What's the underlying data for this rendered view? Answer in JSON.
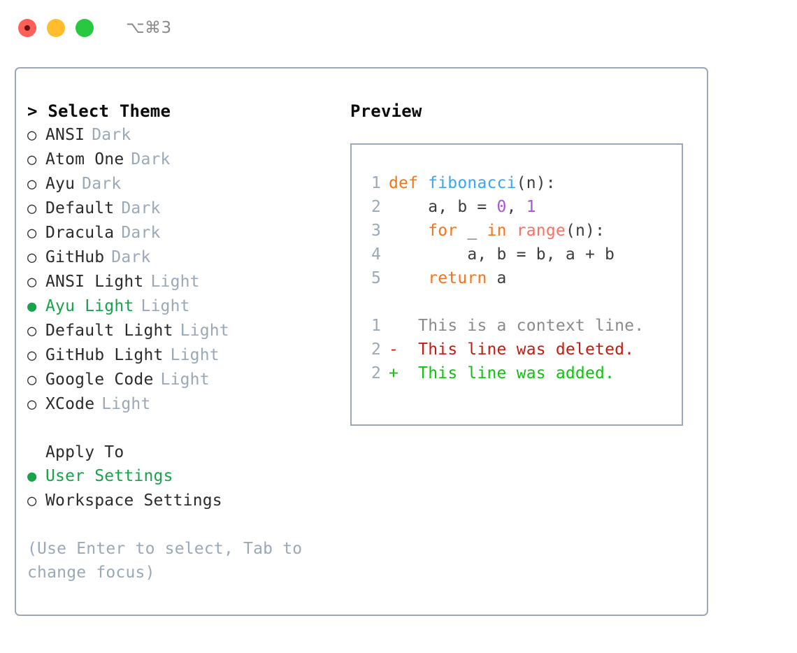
{
  "titlebar": {
    "shortcut": "⌥⌘3",
    "lights": [
      {
        "name": "close",
        "color": "#ff5f57"
      },
      {
        "name": "minimize",
        "color": "#ffbd2e"
      },
      {
        "name": "maximize",
        "color": "#28c840"
      }
    ]
  },
  "theme_picker": {
    "prompt": ">",
    "header": "Select Theme",
    "selected_marker": "●",
    "unselected_marker": "○",
    "options": [
      {
        "label": "ANSI",
        "tag": "Dark",
        "selected": false
      },
      {
        "label": "Atom One",
        "tag": "Dark",
        "selected": false
      },
      {
        "label": "Ayu",
        "tag": "Dark",
        "selected": false
      },
      {
        "label": "Default",
        "tag": "Dark",
        "selected": false
      },
      {
        "label": "Dracula",
        "tag": "Dark",
        "selected": false
      },
      {
        "label": "GitHub",
        "tag": "Dark",
        "selected": false
      },
      {
        "label": "ANSI Light",
        "tag": "Light",
        "selected": false
      },
      {
        "label": "Ayu Light",
        "tag": "Light",
        "selected": true
      },
      {
        "label": "Default Light",
        "tag": "Light",
        "selected": false
      },
      {
        "label": "GitHub Light",
        "tag": "Light",
        "selected": false
      },
      {
        "label": "Google Code",
        "tag": "Light",
        "selected": false
      },
      {
        "label": "XCode",
        "tag": "Light",
        "selected": false
      }
    ]
  },
  "apply_to": {
    "header": "Apply To",
    "options": [
      {
        "label": "User Settings",
        "selected": true
      },
      {
        "label": "Workspace Settings",
        "selected": false
      }
    ]
  },
  "hint": "(Use Enter to select, Tab to change focus)",
  "preview": {
    "title": "Preview",
    "code_lines": [
      {
        "number": "1",
        "tokens": [
          {
            "text": "def ",
            "type": "kw"
          },
          {
            "text": "fibonacci",
            "type": "fn"
          },
          {
            "text": "(n):",
            "type": "pln"
          }
        ]
      },
      {
        "number": "2",
        "tokens": [
          {
            "text": "    a, b = ",
            "type": "pln"
          },
          {
            "text": "0",
            "type": "num"
          },
          {
            "text": ", ",
            "type": "pln"
          },
          {
            "text": "1",
            "type": "num"
          }
        ]
      },
      {
        "number": "3",
        "tokens": [
          {
            "text": "    ",
            "type": "pln"
          },
          {
            "text": "for",
            "type": "kw"
          },
          {
            "text": " _ ",
            "type": "pln"
          },
          {
            "text": "in",
            "type": "kw"
          },
          {
            "text": " ",
            "type": "pln"
          },
          {
            "text": "range",
            "type": "bi"
          },
          {
            "text": "(n):",
            "type": "pln"
          }
        ]
      },
      {
        "number": "4",
        "tokens": [
          {
            "text": "        a, b = b, a + b",
            "type": "pln"
          }
        ]
      },
      {
        "number": "5",
        "tokens": [
          {
            "text": "    ",
            "type": "pln"
          },
          {
            "text": "return",
            "type": "kw"
          },
          {
            "text": " a",
            "type": "pln"
          }
        ]
      }
    ],
    "diff_lines": [
      {
        "number": "1",
        "sign": " ",
        "text": "This is a context line.",
        "kind": "ctx"
      },
      {
        "number": "2",
        "sign": "-",
        "text": "This line was deleted.",
        "kind": "del"
      },
      {
        "number": "2",
        "sign": "+",
        "text": "This line was added.",
        "kind": "add"
      }
    ]
  },
  "colors": {
    "accent_green": "#16a34a",
    "muted": "#9aa8b8",
    "border": "#9aa8b8",
    "keyword": "#f97316",
    "function": "#3aa6f0",
    "number": "#a855d6",
    "builtin": "#fa7066",
    "diff_add": "#0ec20e",
    "diff_del": "#c41b10"
  }
}
